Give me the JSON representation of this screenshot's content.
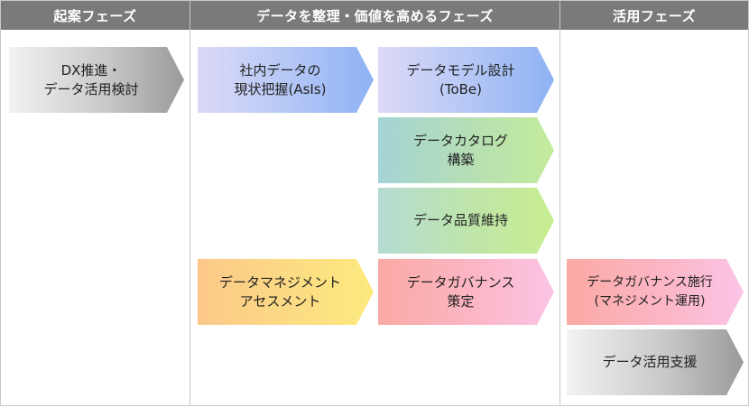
{
  "phases": [
    {
      "title": "起案フェーズ"
    },
    {
      "title": "データを整理・価値を高めるフェーズ"
    },
    {
      "title": "活用フェーズ"
    }
  ],
  "steps": {
    "dx_study": "DX推進・\nデータ活用検討",
    "asis": "社内データの\n現状把握(AsIs)",
    "tobe": "データモデル設計\n(ToBe)",
    "catalog": "データカタログ\n構築",
    "quality": "データ品質維持",
    "assessment": "データマネジメント\nアセスメント",
    "gov_plan": "データガバナンス\n策定",
    "gov_exec": "データガバナンス施行\n(マネジメント運用)",
    "support": "データ活用支援"
  }
}
